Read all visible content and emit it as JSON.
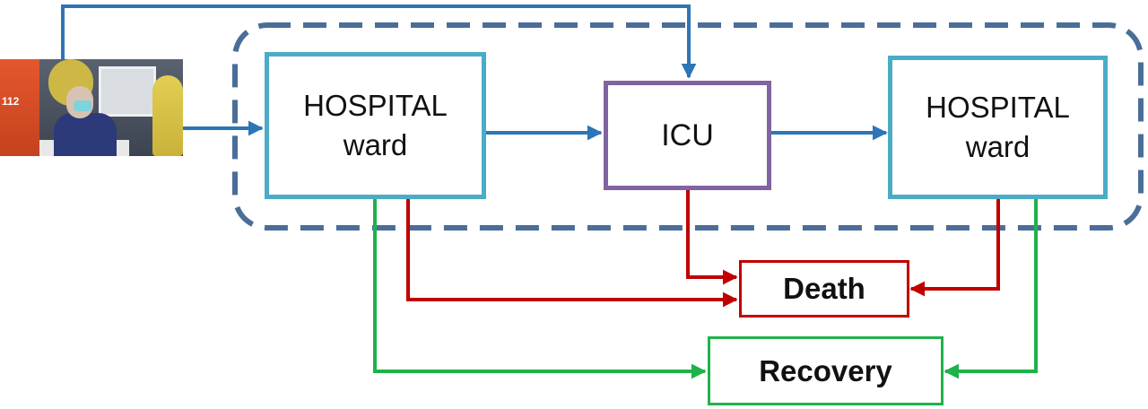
{
  "nodes": {
    "ward_in": {
      "line1": "HOSPITAL",
      "line2": "ward"
    },
    "icu": {
      "label": "ICU"
    },
    "ward_out": {
      "line1": "HOSPITAL",
      "line2": "ward"
    },
    "death": {
      "label": "Death"
    },
    "recovery": {
      "label": "Recovery"
    }
  },
  "photo": {
    "description_icon": "ambulance-patient-photo",
    "visible_text": "112"
  },
  "colors": {
    "admission_arrows": "#2e75b6",
    "death_arrows": "#c00000",
    "recovery_arrows": "#1fb24a",
    "ward_border": "#4bacc6",
    "icu_border": "#8064a2",
    "hospital_group_dashed_border": "#4a6e98"
  }
}
